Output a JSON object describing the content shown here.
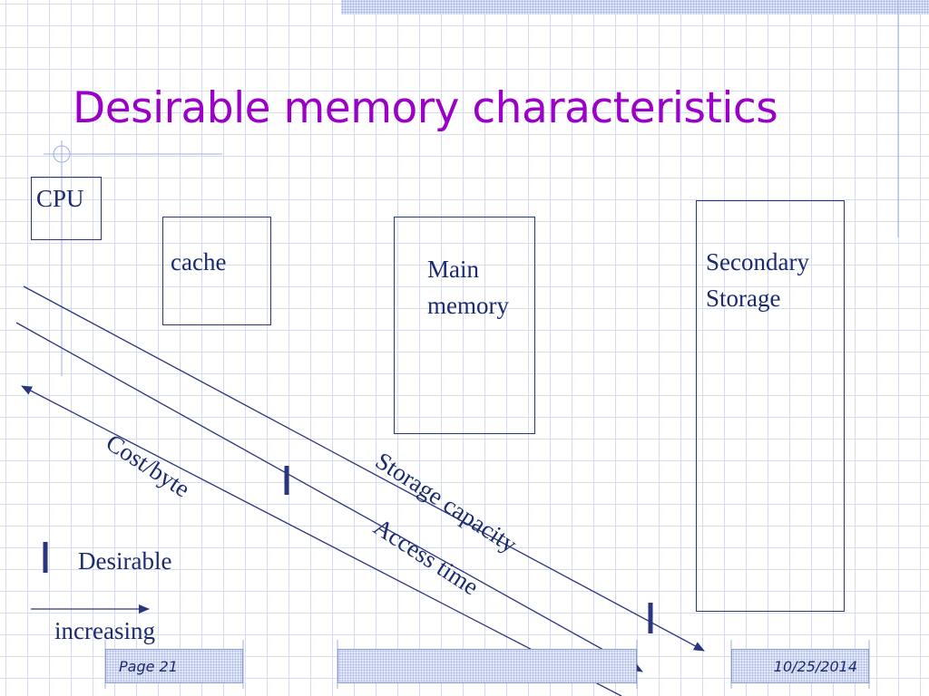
{
  "slide": {
    "title": "Desirable memory characteristics"
  },
  "diagram": {
    "boxes": {
      "cpu": "CPU",
      "cache": "cache",
      "main_memory": "Main\nmemory",
      "secondary_storage": "Secondary\nStorage"
    },
    "lines": {
      "cost_per_byte": "Cost/byte",
      "storage_capacity": "Storage capacity",
      "access_time": "Access time"
    },
    "legend": {
      "desirable": "Desirable",
      "increasing": "increasing"
    }
  },
  "footer": {
    "page": "Page 21",
    "date": "10/25/2014"
  },
  "colors": {
    "title": "#9a00c8",
    "ink": "#1c2a6e",
    "grid": "#d6dcf0"
  }
}
